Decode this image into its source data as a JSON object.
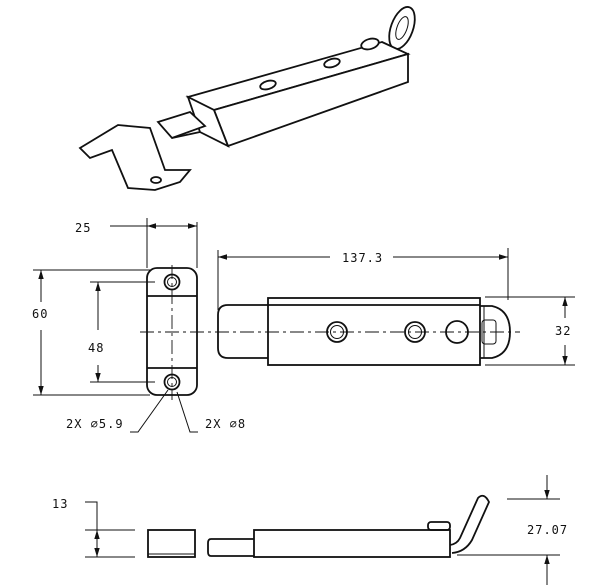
{
  "drawing": {
    "dimensions": {
      "keeper_width": "25",
      "keeper_height": "60",
      "keeper_hole_spacing": "48",
      "keeper_hole_dia": "2X ⌀5.9",
      "keeper_counterbore_dia": "2X ⌀8",
      "bolt_length": "137.3",
      "bolt_width": "32",
      "keeper_thickness": "13",
      "bolt_height": "27.07"
    }
  }
}
